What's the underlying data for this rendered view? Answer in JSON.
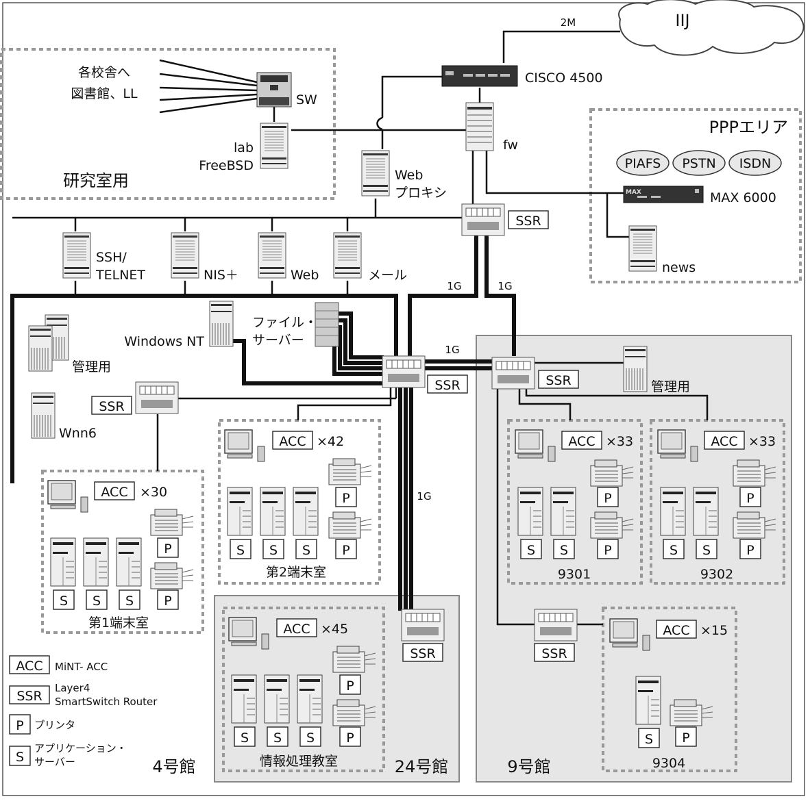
{
  "internet": {
    "name": "IIJ",
    "link_speed": "2M"
  },
  "router": "CISCO 4500",
  "firewall": "fw",
  "ppp": {
    "title": "PPPエリア",
    "ovals": [
      "PIAFS",
      "PSTN",
      "ISDN"
    ],
    "access_server": "MAX 6000",
    "news": "news",
    "brand": "MAX"
  },
  "lab": {
    "zone_title": "研究室用",
    "sw": "SW",
    "server_line1": "lab",
    "server_line2": "FreeBSD",
    "fanout_line1": "各校舎へ",
    "fanout_line2": "図書館、LL"
  },
  "proxy": {
    "line1": "Web",
    "line2": "プロキシ"
  },
  "servers": {
    "ssh_line1": "SSH/",
    "ssh_line2": "TELNET",
    "nis": "NIS＋",
    "web": "Web",
    "mail": "メール",
    "winnt": "Windows NT",
    "file_line1": "ファイル・",
    "file_line2": "サーバー",
    "admin": "管理用",
    "wnn": "Wnn6",
    "admin9": "管理用"
  },
  "ssr": "SSR",
  "links": {
    "g1": "1G"
  },
  "rooms": {
    "r1": {
      "name": "第1端末室",
      "acc": "ACC",
      "count": "×30"
    },
    "r2": {
      "name": "第2端末室",
      "acc": "ACC",
      "count": "×42"
    },
    "r3": {
      "name": "情報処理教室",
      "acc": "ACC",
      "count": "×45"
    },
    "r9301": {
      "name": "9301",
      "acc": "ACC",
      "count": "×33"
    },
    "r9302": {
      "name": "9302",
      "acc": "ACC",
      "count": "×33"
    },
    "r9304": {
      "name": "9304",
      "acc": "ACC",
      "count": "×15"
    }
  },
  "badges": {
    "s": "S",
    "p": "P"
  },
  "buildings": {
    "b4": "4号館",
    "b24": "24号館",
    "b9": "9号館"
  },
  "legend": [
    {
      "key": "ACC",
      "line1": "MiNT- ACC",
      "line2": ""
    },
    {
      "key": "SSR",
      "line1": "Layer4",
      "line2": "SmartSwitch Router"
    },
    {
      "key": "P",
      "line1": "プリンタ",
      "line2": ""
    },
    {
      "key": "S",
      "line1": "アプリケーション・",
      "line2": "サーバー"
    }
  ]
}
